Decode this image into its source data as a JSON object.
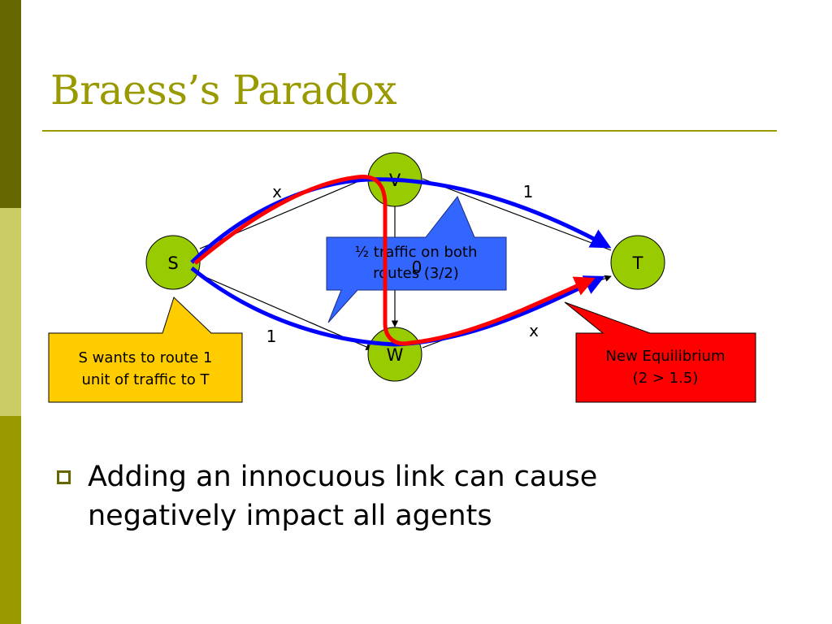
{
  "slide": {
    "title": "Braess’s Paradox",
    "bullets": [
      "Adding an innocuous link can cause negatively impact all agents"
    ]
  },
  "diagram": {
    "nodes": [
      {
        "id": "S",
        "label": "S"
      },
      {
        "id": "V",
        "label": "V"
      },
      {
        "id": "W",
        "label": "W"
      },
      {
        "id": "T",
        "label": "T"
      }
    ],
    "edges": [
      {
        "from": "S",
        "to": "V",
        "cost": "x"
      },
      {
        "from": "V",
        "to": "T",
        "cost": "1"
      },
      {
        "from": "S",
        "to": "W",
        "cost": "1"
      },
      {
        "from": "W",
        "to": "T",
        "cost": "x"
      },
      {
        "from": "V",
        "to": "W",
        "cost": "0"
      }
    ],
    "callouts": {
      "route_info": "S wants to route 1 unit of traffic to T",
      "half_traffic": "½ traffic on both routes (3/2)",
      "new_equilibrium": "New Equilibrium (2 > 1.5)"
    },
    "colors": {
      "node_fill": "#99cc00",
      "accent": "#999900",
      "flow_blue": "#0000ff",
      "flow_red": "#ff0000",
      "callout_yellow": "#ffcc00",
      "callout_blue": "#3366ff",
      "callout_red": "#ff0000"
    }
  }
}
